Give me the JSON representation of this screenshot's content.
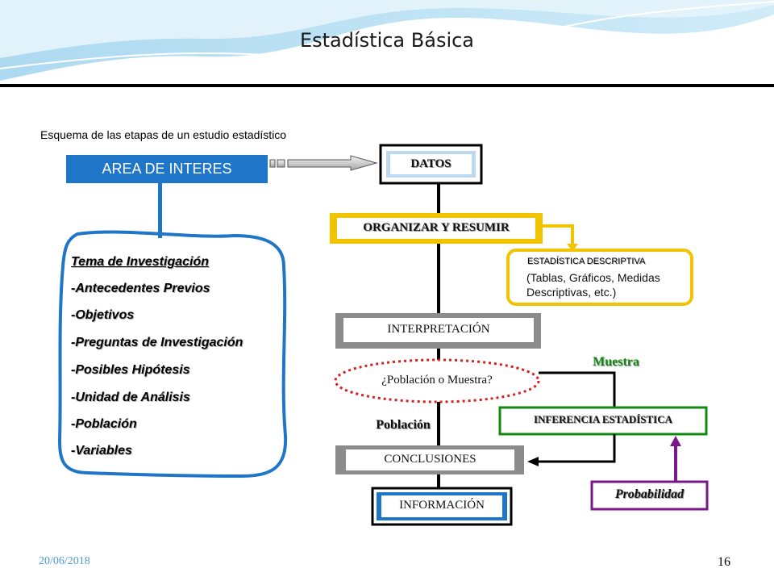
{
  "slide": {
    "title": "Estadística Básica",
    "subtitle": "Esquema de las etapas de un estudio estadístico",
    "footer_date": "20/06/2018",
    "page_number": "16"
  },
  "diagram": {
    "area": "AREA DE INTERES",
    "area_items": [
      "Tema de Investigación",
      "-Antecedentes Previos",
      "-Objetivos",
      "-Preguntas de Investigación",
      "-Posibles Hipótesis",
      "-Unidad de Análisis",
      "-Población",
      "-Variables"
    ],
    "datos": "DATOS",
    "organizar": "ORGANIZAR Y RESUMIR",
    "estadistica_descriptiva": {
      "heading": "ESTADÍSTICA DESCRIPTIVA",
      "body": "(Tablas, Gráficos, Medidas Descriptivas, etc.)"
    },
    "interpretacion": "INTERPRETACIÓN",
    "pregunta": "¿Población o Muestra?",
    "muestra": "Muestra",
    "poblacion": "Población",
    "inferencia": "INFERENCIA ESTADÍSTICA",
    "conclusiones": "CONCLUSIONES",
    "probabilidad": "Probabilidad",
    "informacion": "INFORMACIÓN"
  },
  "colors": {
    "blue": "#1f76c8",
    "yellow": "#f2c400",
    "red": "#d32020",
    "green": "#118a11",
    "purple": "#7a1a8a",
    "accent": "#4c9bd0"
  }
}
